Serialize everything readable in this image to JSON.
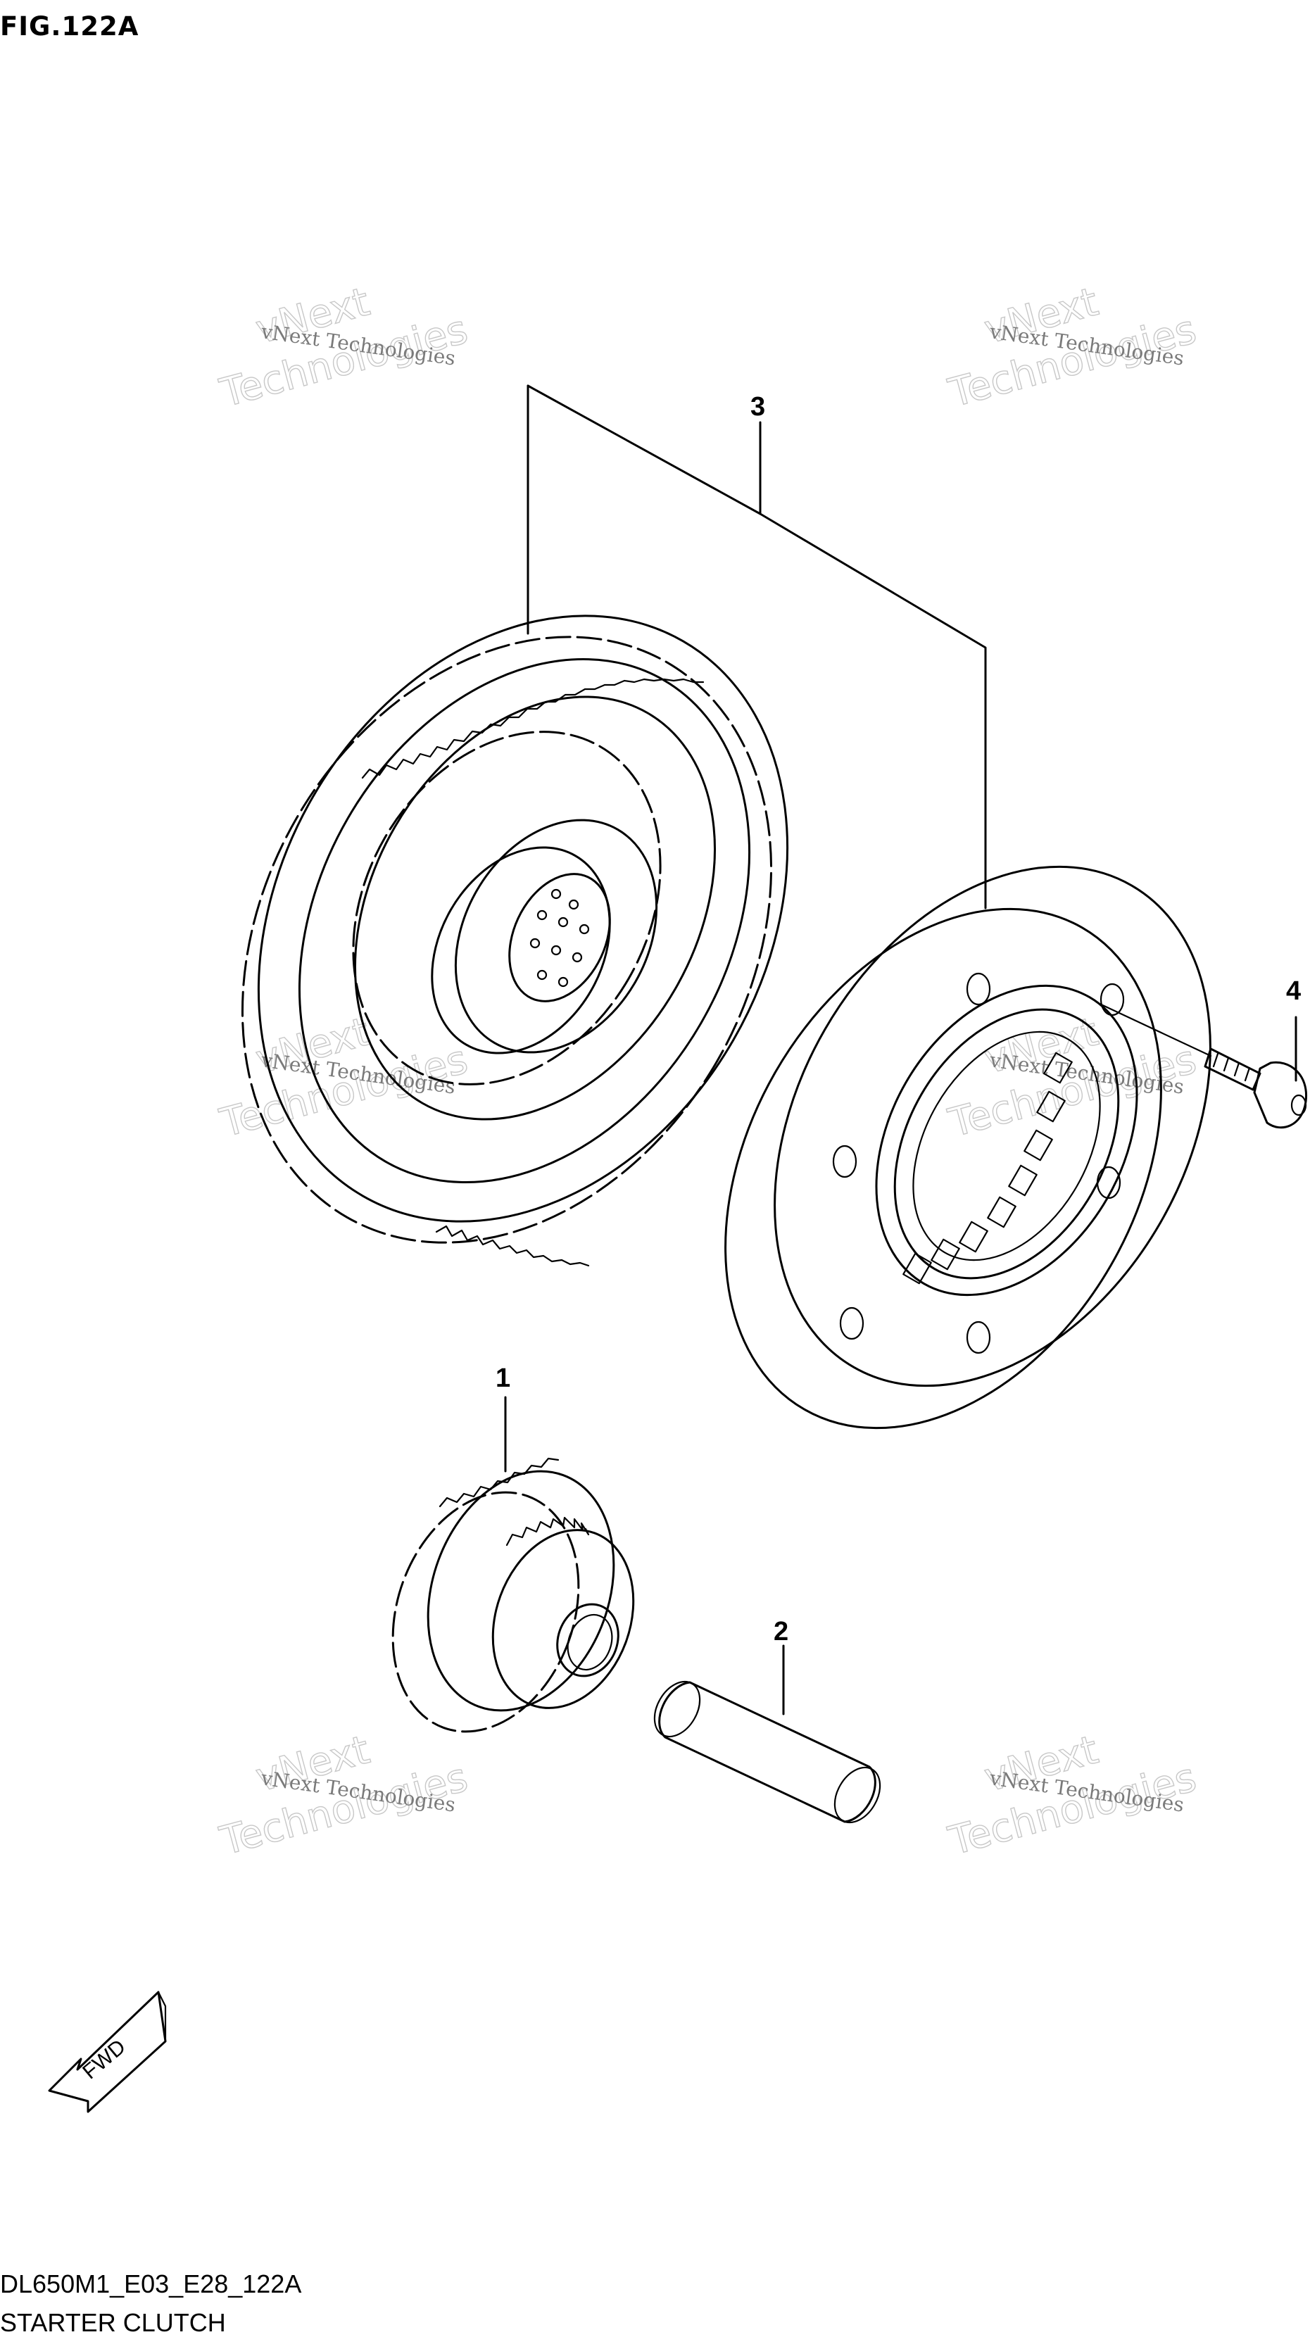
{
  "figure": {
    "title": "FIG.122A",
    "code": "DL650M1_E03_E28_122A",
    "name": "STARTER CLUTCH"
  },
  "callouts": [
    {
      "id": "callout-1",
      "label": "1"
    },
    {
      "id": "callout-2",
      "label": "2"
    },
    {
      "id": "callout-3",
      "label": "3"
    },
    {
      "id": "callout-4",
      "label": "4"
    }
  ],
  "direction_arrow": {
    "label": "FWD"
  },
  "watermark": {
    "line1": "vNext Technologies",
    "line2": "vNext",
    "line3": "Technologies"
  }
}
